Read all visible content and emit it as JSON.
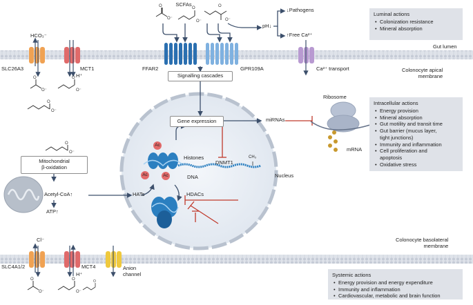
{
  "scfa_title": "SCFAs",
  "ph_label": "pH↓",
  "pathogens_label": "↓Pathogens",
  "free_ca_label": "↑Free Ca²⁺",
  "luminal_panel": {
    "title": "Luminal actions",
    "items": [
      "Colonization resistance",
      "Mineral absorption"
    ]
  },
  "gut_lumen_label": "Gut lumen",
  "apical_membrane_label": "Colonocyte apical\nmembrane",
  "basolateral_membrane_label": "Colonocyte basolateral\nmembrane",
  "transporters": {
    "hco3": "HCO₃⁻",
    "slc26a3": "SLC26A3",
    "mct1": "MCT1",
    "h_plus_top": "H⁺",
    "ffar2": "FFAR2",
    "gpr109a": "GPR109A",
    "ca_transport": "Ca²⁺ transport",
    "cl": "Cl⁻",
    "slc4a1": "SLC4A1/2",
    "mct4": "MCT4",
    "h_plus_bottom": "H⁺",
    "anion_channel": "Anion\nchannel"
  },
  "signalling_label": "Signalling cascades",
  "gene_expression_label": "Gene expression",
  "mirnas_label": "miRNAs",
  "ribosome_label": "Ribosome",
  "mrna_label": "mRNA",
  "histones_label": "Histones",
  "dna_label": "DNA",
  "dnmt1_label": "DNMT1",
  "ch3_label": "CH₃",
  "nucleus_label": "Nucleus",
  "hats_label": "HATs",
  "hdacs_label": "HDACs",
  "ac_label": "Ac",
  "mito_label": "Mitochondrial\nβ-oxidation",
  "acetyl_coa_label": "Acetyl-CoA↑",
  "atp_label": "ATP↑",
  "intracellular_panel": {
    "title": "Intracellular actions",
    "items": [
      "Energy provision",
      "Mineral absorption",
      "Gut motility and transit time",
      "Gut barrier (mucus layer,\ntight junctions)",
      "Immunity and inflammation",
      "Cell proliferation and\napoptosis",
      "Oxidative stress"
    ]
  },
  "systemic_panel": {
    "title": "Systemic actions",
    "items": [
      "Energy provision and energy expenditure",
      "Immunity and inflammation",
      "Cardiovascular, metabolic and brain function"
    ]
  },
  "colors": {
    "membrane": "#d3d7df",
    "arrow": "#3c4f6b",
    "inhibit": "#c0392b",
    "ffar2": "#2a6fb0",
    "gpr109a": "#7fb1e0",
    "orange_channel": "#f0a253",
    "red_channel": "#e06a6a",
    "purple_channel": "#b89ad1",
    "yellow_channel": "#efc93e",
    "nucleus": "#e3e8ef",
    "dna": "#2b7fc0",
    "ac": "#e36b6b",
    "ribosome": "#b8c2d4",
    "bead": "#c8992e"
  }
}
